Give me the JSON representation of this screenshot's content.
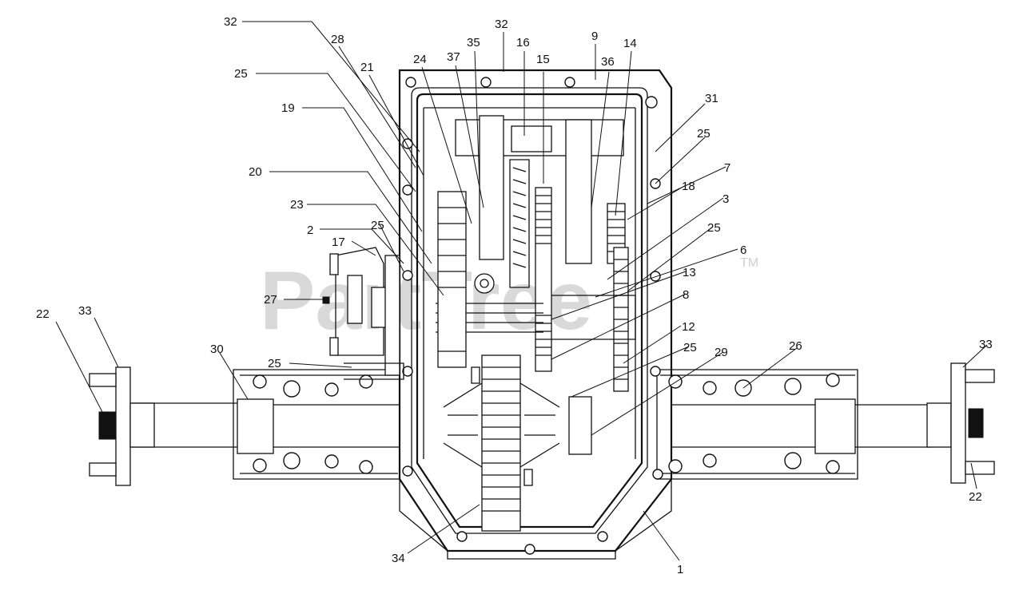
{
  "watermark": {
    "text": "PartTree",
    "trademark": "TM"
  },
  "callouts": [
    {
      "label": "32"
    },
    {
      "label": "28"
    },
    {
      "label": "32"
    },
    {
      "label": "35"
    },
    {
      "label": "16"
    },
    {
      "label": "9"
    },
    {
      "label": "25"
    },
    {
      "label": "21"
    },
    {
      "label": "24"
    },
    {
      "label": "37"
    },
    {
      "label": "15"
    },
    {
      "label": "36"
    },
    {
      "label": "14"
    },
    {
      "label": "19"
    },
    {
      "label": "31"
    },
    {
      "label": "25"
    },
    {
      "label": "20"
    },
    {
      "label": "7"
    },
    {
      "label": "18"
    },
    {
      "label": "23"
    },
    {
      "label": "3"
    },
    {
      "label": "25"
    },
    {
      "label": "2"
    },
    {
      "label": "25"
    },
    {
      "label": "17"
    },
    {
      "label": "6"
    },
    {
      "label": "13"
    },
    {
      "label": "27"
    },
    {
      "label": "8"
    },
    {
      "label": "22"
    },
    {
      "label": "33"
    },
    {
      "label": "12"
    },
    {
      "label": "30"
    },
    {
      "label": "25"
    },
    {
      "label": "29"
    },
    {
      "label": "25"
    },
    {
      "label": "26"
    },
    {
      "label": "33"
    },
    {
      "label": "22"
    },
    {
      "label": "34"
    },
    {
      "label": "1"
    }
  ]
}
